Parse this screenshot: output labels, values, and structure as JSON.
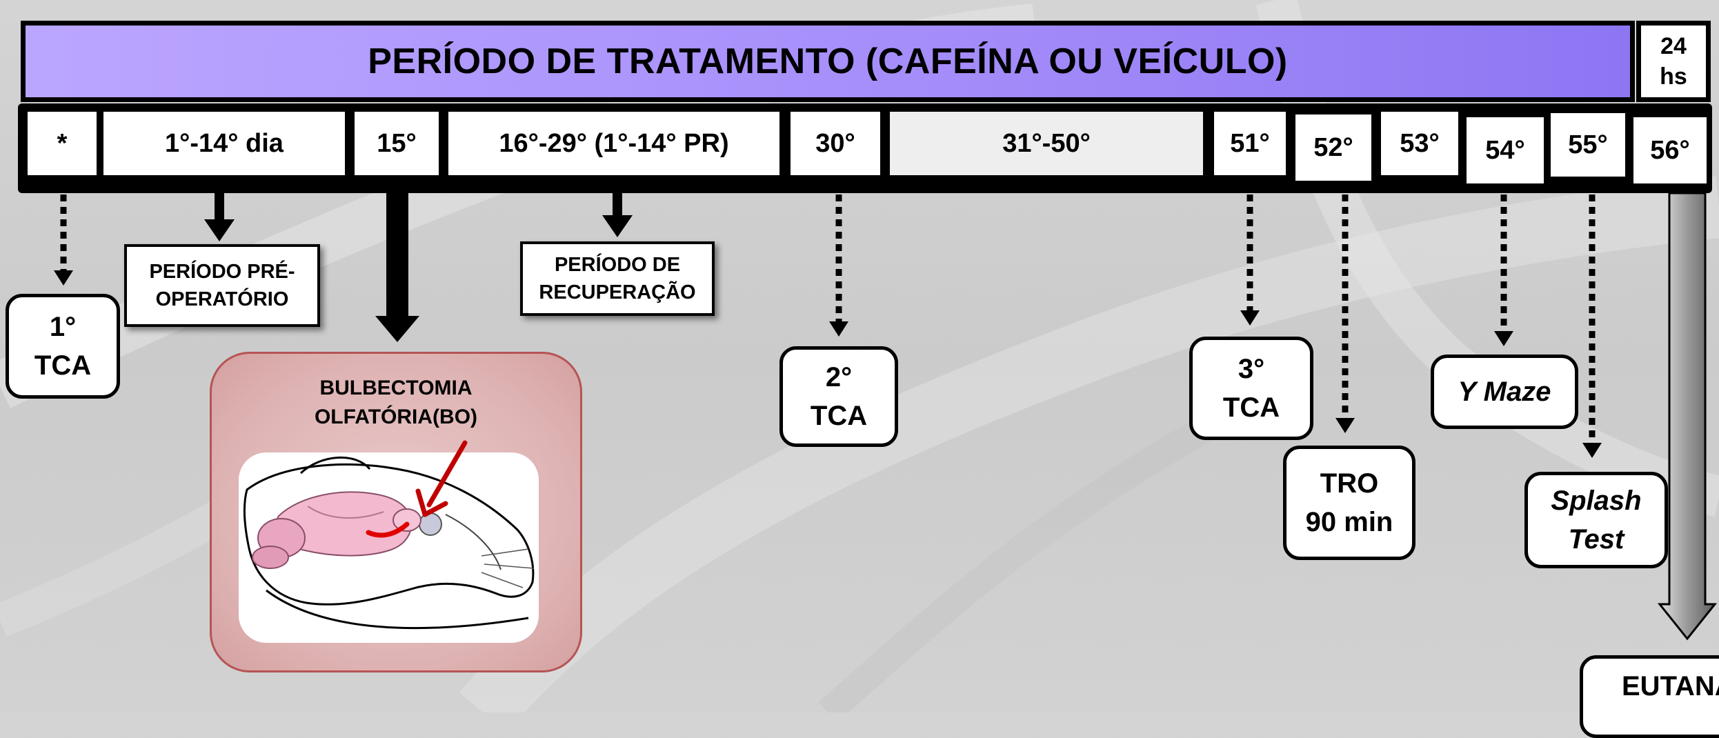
{
  "header": {
    "title": "PERÍODO DE TRATAMENTO (CAFEÍNA OU VEÍCULO)",
    "side_label": "24\nhs"
  },
  "timeline": {
    "days": [
      {
        "label": "*"
      },
      {
        "label": "1°-14° dia"
      },
      {
        "label": "15°"
      },
      {
        "label": "16°-29° (1°-14° PR)"
      },
      {
        "label": "30°"
      },
      {
        "label": "31°-50°"
      },
      {
        "label": "51°"
      },
      {
        "label": "52°"
      },
      {
        "label": "53°"
      },
      {
        "label": "54°"
      },
      {
        "label": "55°"
      },
      {
        "label": "56°"
      }
    ]
  },
  "notes": {
    "pre_op": "PERÍODO PRÉ-\nOPERATÓRIO",
    "recovery": "PERÍODO DE\nRECUPERAÇÃO"
  },
  "tests": {
    "tca1": "1°\nTCA",
    "tca2": "2°\nTCA",
    "tca3": "3°\nTCA",
    "tro": "TRO\n90 min",
    "ymaze": "Y Maze",
    "splash": "Splash\nTest",
    "euthanasia": "EUTANÁ"
  },
  "surgery": {
    "title": "BULBECTOMIA\nOLFATÓRIA(BO)"
  },
  "colors": {
    "header_start": "#bba6ff",
    "header_end": "#8e76f3",
    "surgery_panel": "#e2bcbc",
    "pointer_arrow": "#c00000",
    "brain": "#f2b9cf"
  }
}
